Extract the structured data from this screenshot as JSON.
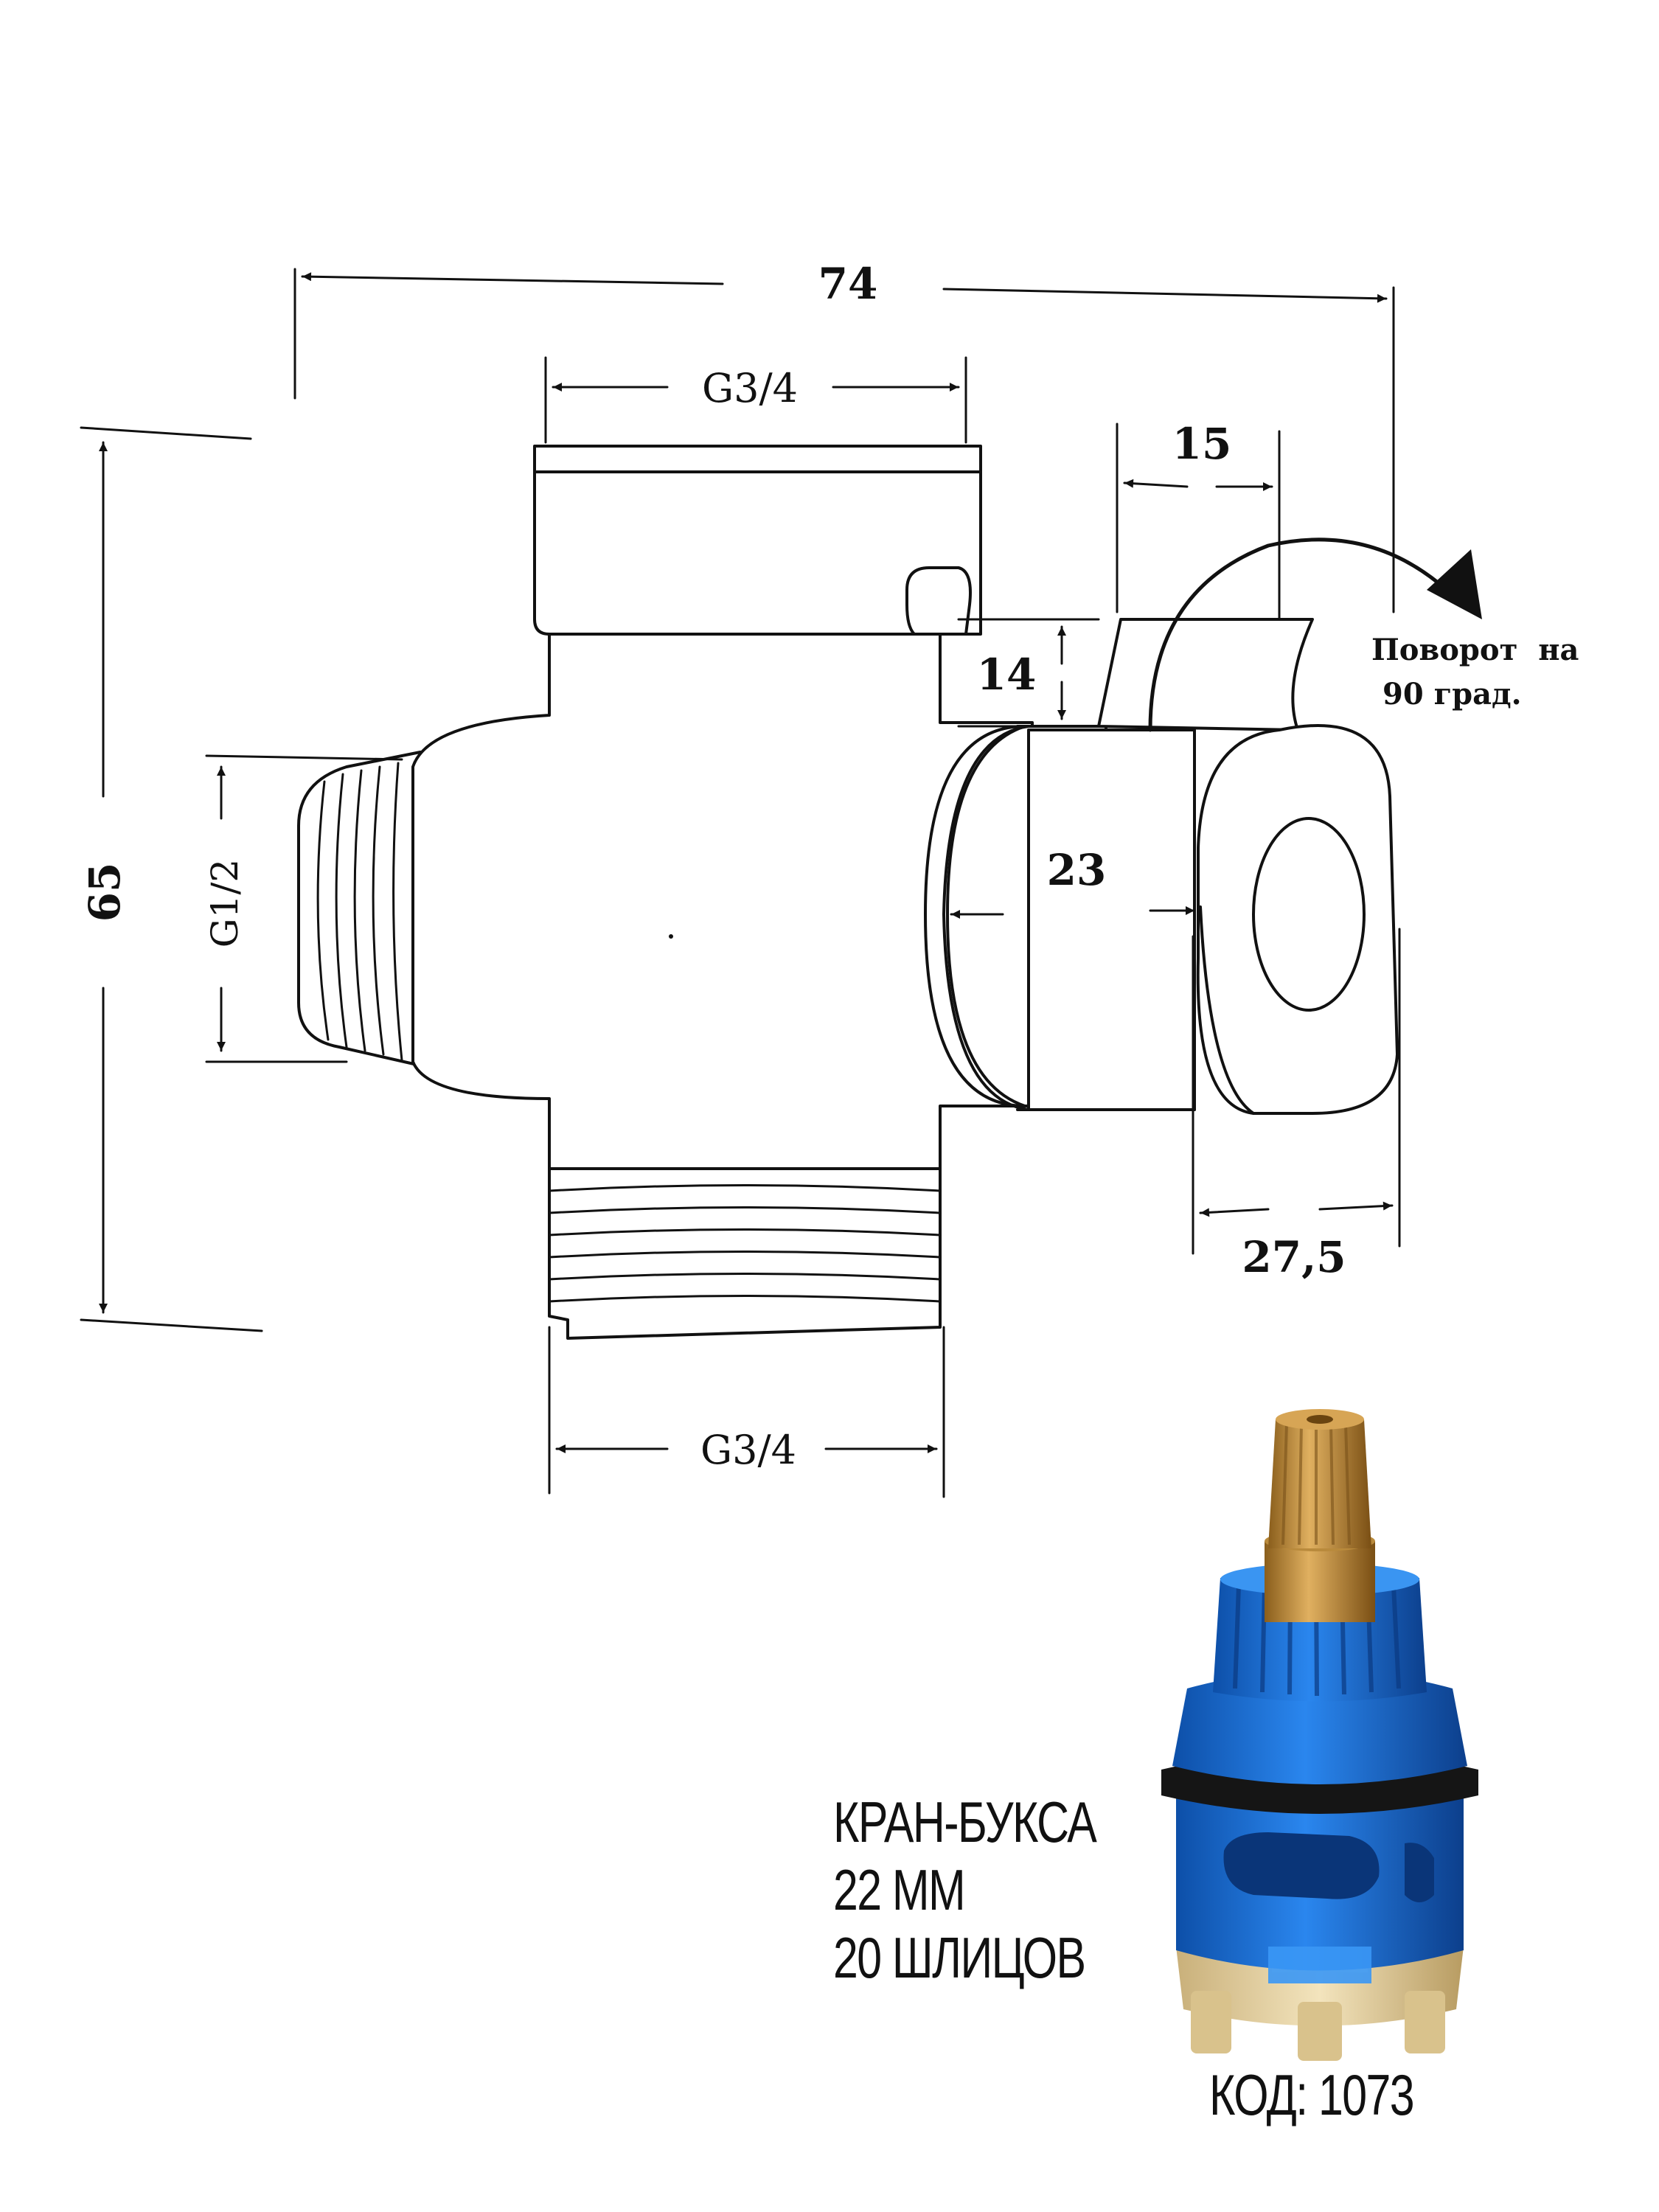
{
  "dimensions": {
    "overall_width": "74",
    "overall_height": "65",
    "top_thread": "G3/4",
    "bottom_thread": "G3/4",
    "side_thread": "G1/2",
    "handle_width": "15",
    "handle_height": "14",
    "body_depth": "23",
    "handle_diameter": "27,5"
  },
  "rotation_note": {
    "line1": "Поворот  на",
    "line2": "90 град."
  },
  "product": {
    "line1": "КРАН-БУКСА",
    "line2": "22 ММ",
    "line3": "20 ШЛИЦОВ",
    "code": "КОД: 1073"
  },
  "colors": {
    "cartridge_blue": "#1f6fd6",
    "cartridge_dark_blue": "#0d3f8f",
    "brass": "#c9953a",
    "base_beige": "#e8d6a8",
    "ink": "#111111"
  }
}
